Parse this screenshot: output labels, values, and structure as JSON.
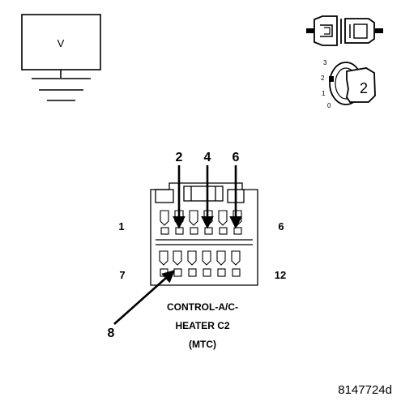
{
  "meter": {
    "symbol": "V"
  },
  "ignition": {
    "positions": [
      "3",
      "2",
      "1",
      "0"
    ],
    "key_position": "2"
  },
  "connector": {
    "probe_labels": [
      "2",
      "4",
      "6",
      "8"
    ],
    "end_labels": {
      "top_left": "1",
      "top_right": "6",
      "bottom_left": "7",
      "bottom_right": "12"
    },
    "caption_lines": [
      "CONTROL-A/C-",
      "HEATER C2",
      "(MTC)"
    ]
  },
  "figure_id": "8147724d"
}
